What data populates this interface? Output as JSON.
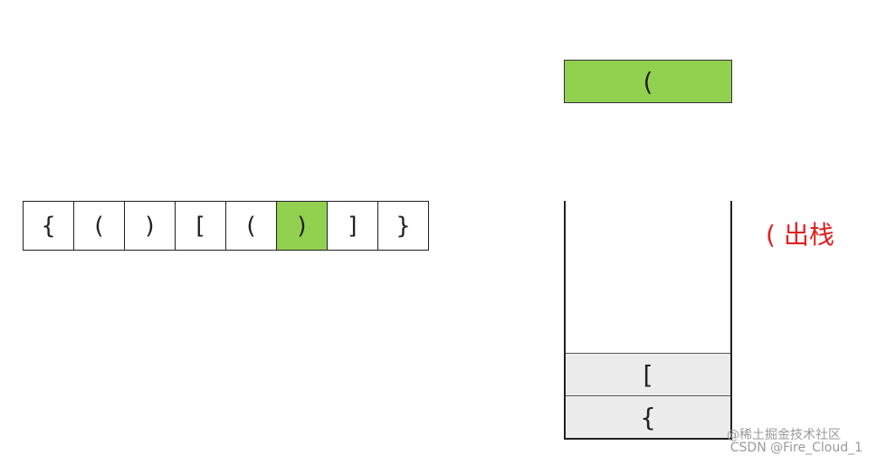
{
  "sequence": [
    "{",
    "(",
    ")",
    "[",
    "(",
    ")",
    "]",
    "}"
  ],
  "current_index": 5,
  "popped_element": "(",
  "stack_bottom_to_top": [
    "{",
    "["
  ],
  "status_label": "( 出栈",
  "watermark_line1": "@稀土掘金技术社区",
  "watermark_line2": "CSDN @Fire_Cloud_1",
  "colors": {
    "active": "#92d050",
    "stack_slot": "#ececec",
    "status": "#e02020"
  }
}
